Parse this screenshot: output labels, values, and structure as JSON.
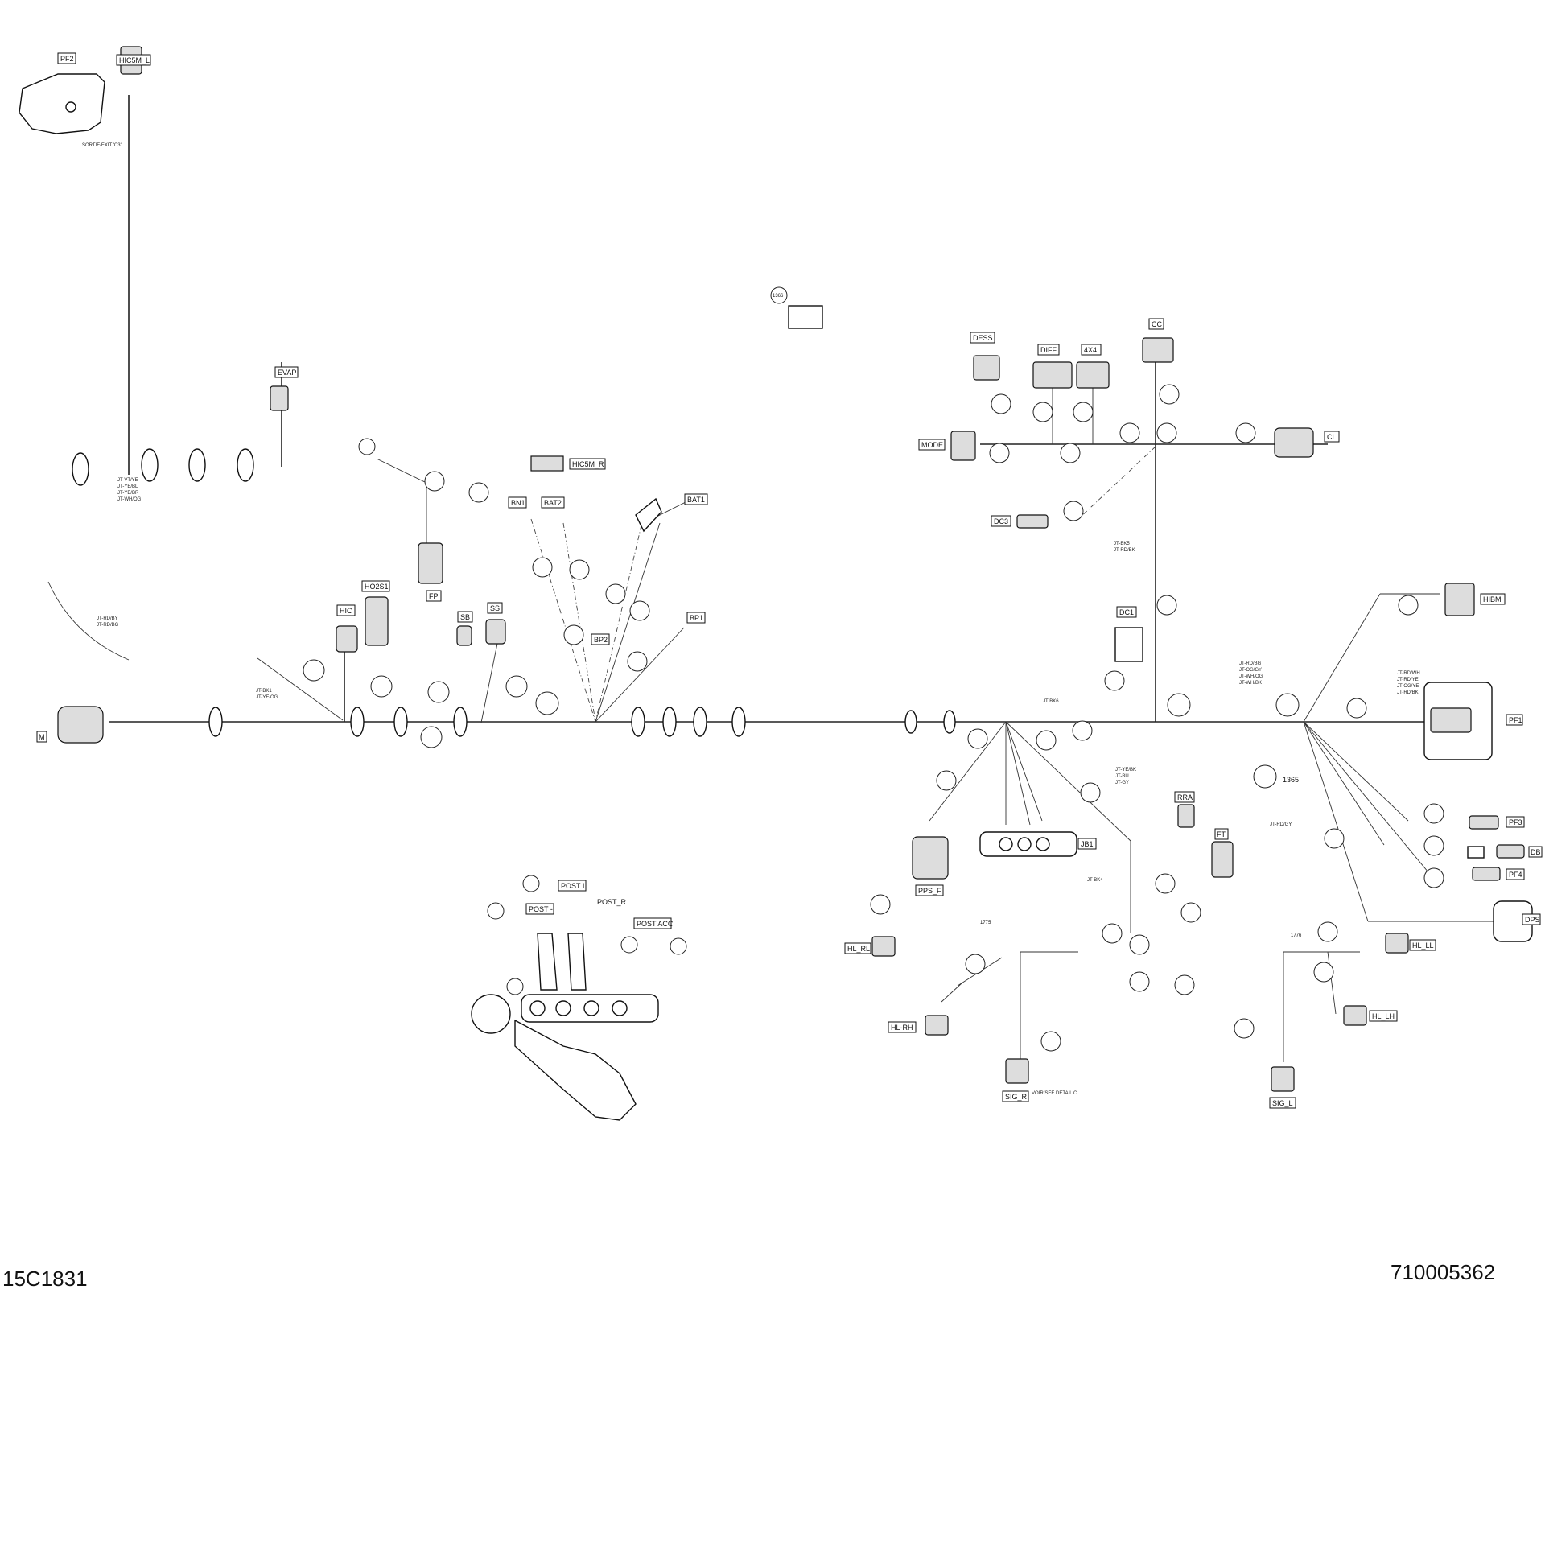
{
  "document_numbers": {
    "left": "15C1831",
    "right": "710005362"
  },
  "connectors": [
    "HIC5M_L",
    "PF2",
    "EVAP",
    "HIC5M_R",
    "BN1",
    "BAT2",
    "BAT1",
    "HIC",
    "HO2S1",
    "FP",
    "SB",
    "SS",
    "BP2",
    "BP1",
    "M",
    "DESS",
    "DIFF",
    "4X4",
    "CC",
    "MODE",
    "CL",
    "DC3",
    "DC1",
    "HIBM",
    "PF1",
    "PF3",
    "DB",
    "PF4",
    "RRA",
    "FT",
    "JB1",
    "PPS_F",
    "HL_RL",
    "HL-RH",
    "SIG_R",
    "HL_LL",
    "HL_LH",
    "SIG_L",
    "DPS",
    "POST I",
    "POST -",
    "POST_R",
    "POST ACC"
  ],
  "tag_numbers": [
    "1366",
    "1775",
    "1776",
    "1365"
  ],
  "notes": {
    "sortie": "SORTIE/EXIT 'C3'",
    "voir_detail": "VOIR/SEE DETAIL C",
    "m_wires": [
      "JT-RD/BY",
      "JT-RD/BG"
    ],
    "jt_bk1": [
      "JT-BK1",
      "JT-YE/OG"
    ],
    "jt_bk5": [
      "JT-BK5",
      "JT-RD/BK"
    ],
    "jt_bk6": "JT BK6",
    "jt_bk4": "JT BK4",
    "jt_yebk": [
      "JT-YE/BK",
      "JT-BU",
      "JT-GY"
    ],
    "jt_rdgy": "JT-RD/GY",
    "pf2_wires": [
      "JT-VT/YE",
      "JT-YE/BL",
      "JT-YE/BR",
      "JT-WH/OG"
    ],
    "center_wires": [
      "JT-RD/BG",
      "JT-OG/GY",
      "JT-WH/OG",
      "JT-WH/BK"
    ],
    "pf1_wires": [
      "JT-RD/WH",
      "JT-RD/YE",
      "JT-OG/YE",
      "JT-RD/BK"
    ]
  }
}
